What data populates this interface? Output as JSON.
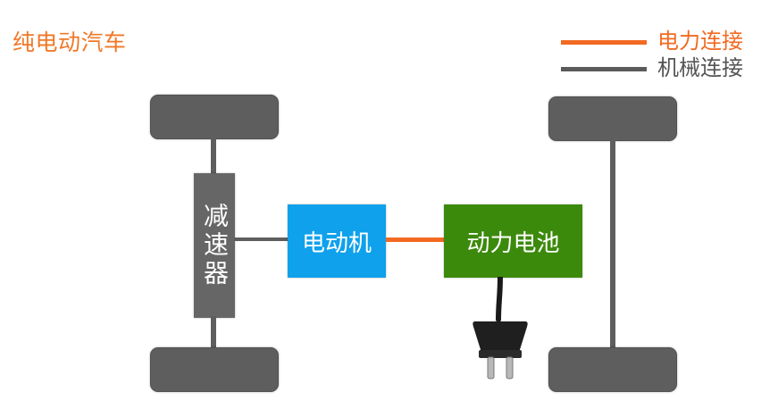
{
  "title": "纯电动汽车",
  "legend": {
    "items": [
      {
        "label": "电力连接",
        "color": "#f26a22"
      },
      {
        "label": "机械连接",
        "color": "#5b5b5b"
      }
    ]
  },
  "components": {
    "reducer": "减速器",
    "motor": "电动机",
    "battery": "动力电池"
  },
  "colors": {
    "title": "#f07828",
    "wheel": "#5e5e5e",
    "motor": "#0fa1ec",
    "battery": "#3c8a0c"
  },
  "icons": {
    "plug": "plug-icon"
  }
}
